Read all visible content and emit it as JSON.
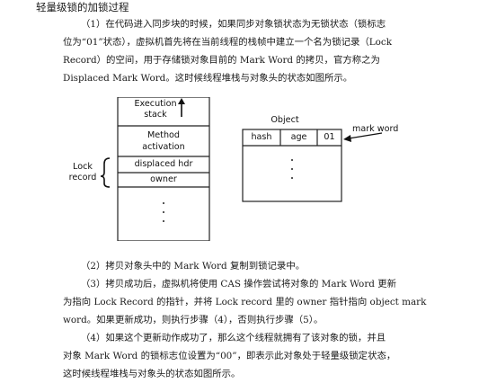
{
  "heading": "轻量级锁的加锁过程",
  "para1": {
    "lines": [
      "（1）在代码进入同步块的时候，如果同步对象锁状态为无锁状态（锁标志",
      "位为“01”状态），虚拟机首先将在当前线程的栈帧中建立一个名为锁记录（Lock",
      "Record）的空间，用于存储锁对象目前的 Mark Word 的拷贝，官方称之为",
      "Displaced Mark Word。这时候线程堆栈与对象头的状态如图所示。"
    ]
  },
  "diagram": {
    "stack": {
      "execution_label": [
        "Execution",
        "stack"
      ],
      "method_label": [
        "Method",
        "activation"
      ],
      "displaced_label": "displaced hdr",
      "owner_label": "owner",
      "lock_record_label": [
        "Lock",
        "record"
      ]
    },
    "object": {
      "title": "Object",
      "fields": [
        "hash",
        "age",
        "01"
      ],
      "mark_word_label": "mark word"
    }
  },
  "para2": {
    "lines": [
      "（2）拷贝对象头中的 Mark Word 复制到锁记录中。"
    ]
  },
  "para3": {
    "lines": [
      "（3）拷贝成功后，虚拟机将使用 CAS 操作尝试将对象的 Mark Word 更新",
      "为指向 Lock Record 的指针，并将 Lock record 里的 owner 指针指向 object mark",
      "word。如果更新成功，则执行步骤（4），否则执行步骤（5）。"
    ]
  },
  "para4": {
    "lines": [
      "（4）如果这个更新动作成功了，那么这个线程就拥有了该对象的锁，并且",
      "对象 Mark Word 的锁标志位设置为“00”，即表示此对象处于轻量级锁定状态，",
      "这时候线程堆栈与对象头的状态如图所示。"
    ]
  }
}
